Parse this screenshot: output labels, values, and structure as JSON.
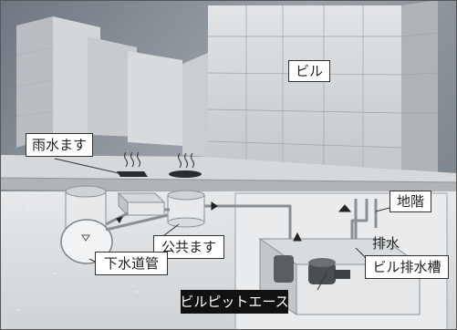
{
  "labels": {
    "building": "ビル",
    "rainwater_basin": "雨水ます",
    "chikai": "地階",
    "haisui": "排水",
    "public_basin": "公共ます",
    "building_tank": "ビル排水槽",
    "sewer_pipe": "下水道管",
    "product": "ビルピットエース"
  },
  "colors": {
    "sky": "#7f8890",
    "building_face": "#cfd2d5",
    "ground": "#dde0e3",
    "label_dark": "#111111"
  }
}
